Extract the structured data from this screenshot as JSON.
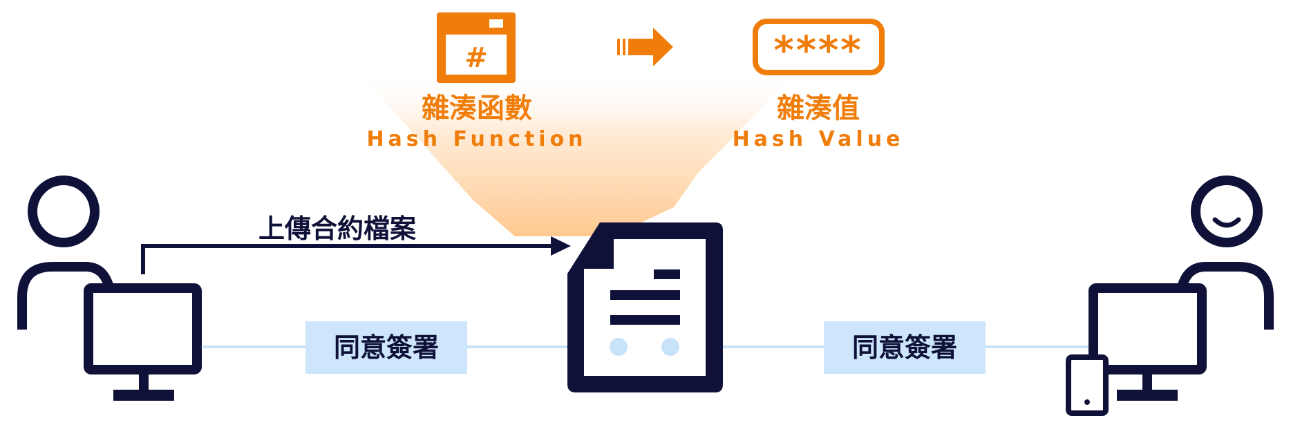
{
  "hash_function": {
    "icon": "hash-window-icon",
    "symbol": "#",
    "label_zh": "雜湊函數",
    "label_en": "Hash Function"
  },
  "arrow_icon": "double-stripe-right-arrow-icon",
  "hash_value": {
    "icon": "masked-password-field-icon",
    "mask_text": "****",
    "label_zh": "雜湊值",
    "label_en": "Hash Value"
  },
  "upload": {
    "label": "上傳合約檔案"
  },
  "consent_left": {
    "label": "同意簽署"
  },
  "consent_right": {
    "label": "同意簽署"
  },
  "colors": {
    "navy": "#0f1138",
    "orange": "#f07d0a",
    "light_blue": "#cde6fb",
    "connector_blue": "#c8e2f8"
  },
  "icons": [
    "user-left-icon",
    "computer-left-icon",
    "contract-document-icon",
    "user-right-smile-icon",
    "computer-right-icon",
    "mobile-phone-icon"
  ]
}
